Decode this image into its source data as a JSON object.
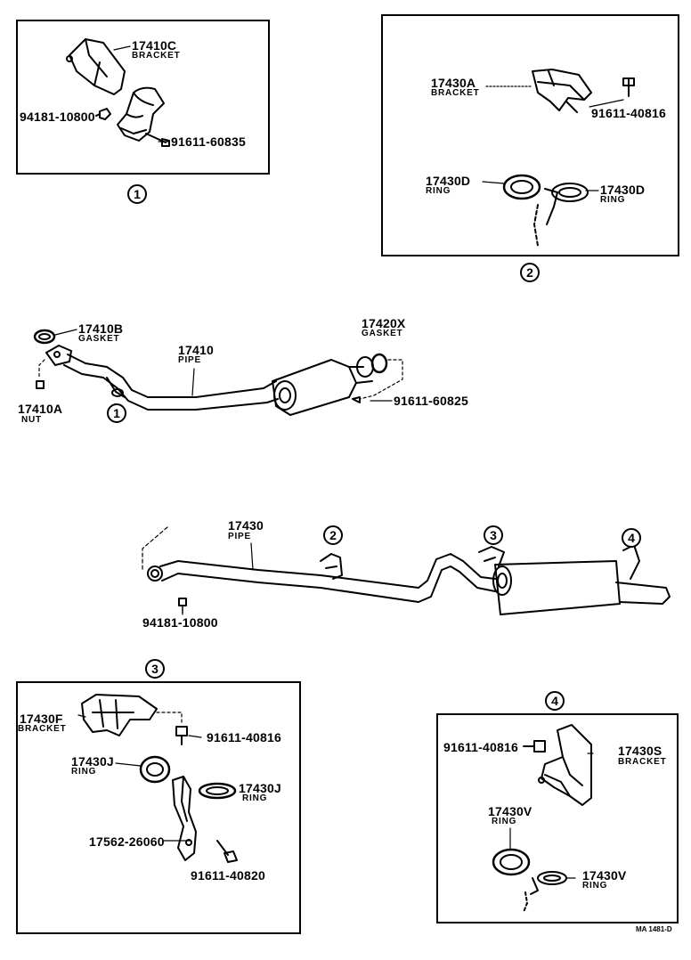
{
  "views": {
    "v1": {
      "num": "1"
    },
    "v2": {
      "num": "2"
    },
    "v3": {
      "num": "3"
    },
    "v4": {
      "num": "4"
    }
  },
  "detail1": {
    "bracket_part": "17410C",
    "bracket_name": "BRACKET",
    "nut_part": "94181-10800",
    "bolt_part": "91611-60835"
  },
  "detail2": {
    "bracket_part": "17430A",
    "bracket_name": "BRACKET",
    "bolt_part": "91611-40816",
    "ring_left_part": "17430D",
    "ring_left_name": "RING",
    "ring_right_part": "17430D",
    "ring_right_name": "RING"
  },
  "front_pipe": {
    "gasket_part": "17410B",
    "gasket_name": "GASKET",
    "pipe_part": "17410",
    "pipe_name": "PIPE",
    "nut_part": "17410A",
    "nut_name": "NUT",
    "gasket2_part": "17420X",
    "gasket2_name": "GASKET",
    "bolt_part": "91611-60825"
  },
  "tail_pipe": {
    "pipe_part": "17430",
    "pipe_name": "PIPE",
    "nut_part": "94181-10800"
  },
  "detail3": {
    "bracket_part": "17430F",
    "bracket_name": "BRACKET",
    "bolt_part": "91611-40816",
    "ring_left_part": "17430J",
    "ring_left_name": "RING",
    "ring_right_part": "17430J",
    "ring_right_name": "RING",
    "hanger_part": "17562-26060",
    "bolt2_part": "91611-40820"
  },
  "detail4": {
    "bolt_part": "91611-40816",
    "bracket_part": "17430S",
    "bracket_name": "BRACKET",
    "ring_top_part": "17430V",
    "ring_top_name": "RING",
    "ring_bottom_part": "17430V",
    "ring_bottom_name": "RING"
  },
  "footer": {
    "code": "MA 1481-D"
  }
}
